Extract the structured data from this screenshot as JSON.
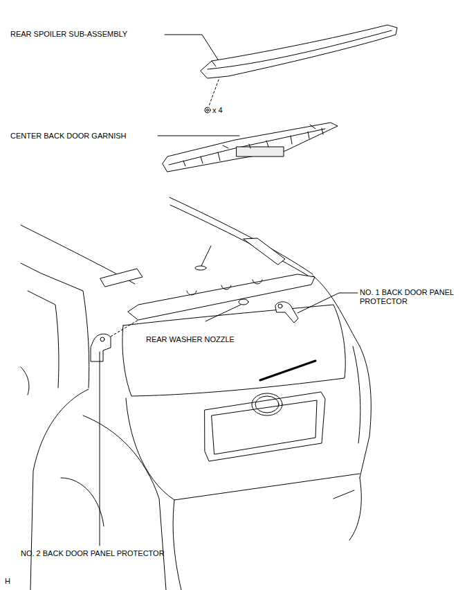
{
  "diagram": {
    "labels": [
      "REAR SPOILER SUB-ASSEMBLY",
      "x 4",
      "CENTER BACK DOOR GARNISH",
      "NO. 1 BACK DOOR PANEL PROTECTOR",
      "REAR WASHER NOZZLE",
      "NO. 2 BACK DOOR PANEL PROTECTOR",
      "H"
    ]
  }
}
